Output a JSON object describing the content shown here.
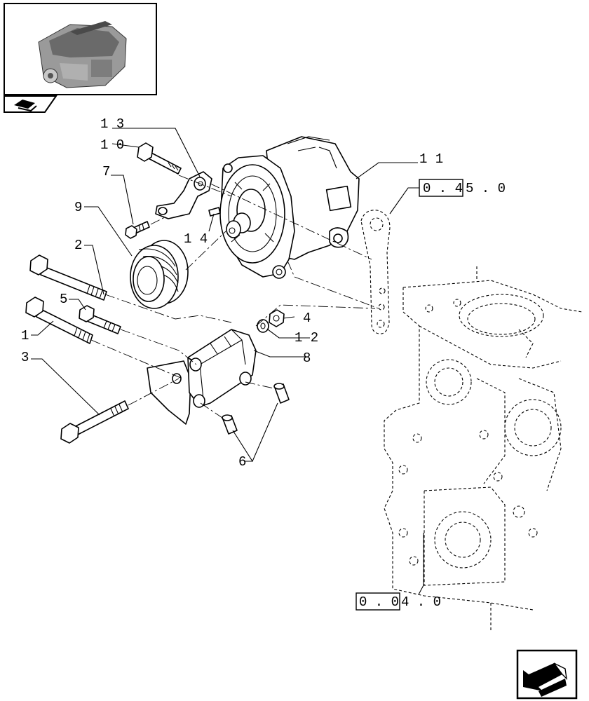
{
  "callouts": [
    {
      "id": "13",
      "text": "1 3"
    },
    {
      "id": "10",
      "text": "1 0"
    },
    {
      "id": "7",
      "text": "7"
    },
    {
      "id": "9",
      "text": "9"
    },
    {
      "id": "2",
      "text": "2"
    },
    {
      "id": "14",
      "text": "1 4"
    },
    {
      "id": "5",
      "text": "5"
    },
    {
      "id": "1",
      "text": "1"
    },
    {
      "id": "3",
      "text": "3"
    },
    {
      "id": "11",
      "text": "1 1"
    },
    {
      "id": "4",
      "text": "4"
    },
    {
      "id": "12",
      "text": "1 2"
    },
    {
      "id": "8",
      "text": "8"
    },
    {
      "id": "6",
      "text": "6"
    }
  ],
  "references": {
    "top": {
      "boxed": "0 . 4",
      "rest": "5 . 0"
    },
    "bottom": {
      "boxed": "0 . 0",
      "rest": "4 . 0"
    }
  },
  "icons": {
    "thumbnail": "engine-thumbnail-icon",
    "tab": "book-tab-icon",
    "nav": "previous-page-arrow-icon"
  }
}
